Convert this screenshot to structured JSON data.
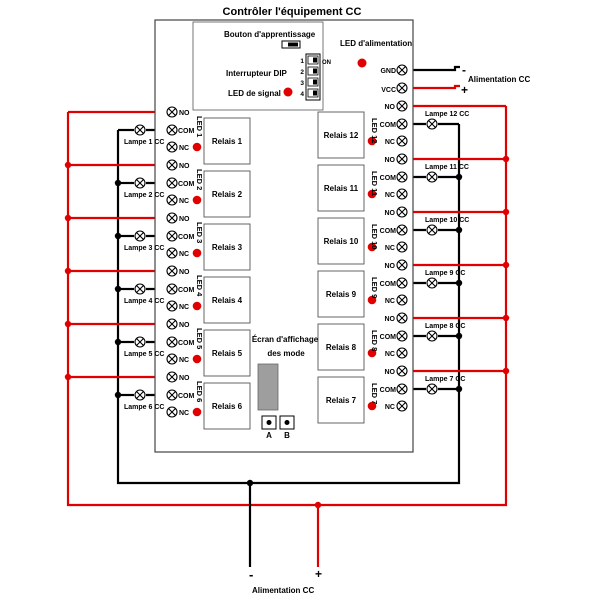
{
  "title": "Contrôler l'équipement CC",
  "learning_button_label": "Bouton d'apprentissage",
  "power_led_label": "LED d'alimentation",
  "dip_switch_label": "Interrupteur DIP",
  "dip_on_label": "ON",
  "dip_numbers": [
    "1",
    "2",
    "3",
    "4"
  ],
  "signal_led_label": "LED de signal",
  "display_label_line1": "Écran d'affichage",
  "display_label_line2": "des mode",
  "button_a_label": "A",
  "button_b_label": "B",
  "gnd_label": "GND",
  "vcc_label": "VCC",
  "dc_power_top_label": "Alimentation CC",
  "dc_power_top_minus": "-",
  "dc_power_top_plus": "+",
  "dc_power_bottom_label": "Alimentation CC",
  "dc_power_bottom_minus": "-",
  "dc_power_bottom_plus": "+",
  "terminal_labels": {
    "no": "NO",
    "com": "COM",
    "nc": "NC"
  },
  "left_channels": [
    {
      "relay": "Relais 1",
      "led": "LED 1",
      "lamp": "Lampe 1 CC"
    },
    {
      "relay": "Relais 2",
      "led": "LED 2",
      "lamp": "Lampe 2 CC"
    },
    {
      "relay": "Relais 3",
      "led": "LED 3",
      "lamp": "Lampe 3 CC"
    },
    {
      "relay": "Relais 4",
      "led": "LED 4",
      "lamp": "Lampe 4 CC"
    },
    {
      "relay": "Relais 5",
      "led": "LED 5",
      "lamp": "Lampe 5 CC"
    },
    {
      "relay": "Relais 6",
      "led": "LED 6",
      "lamp": "Lampe 6 CC"
    }
  ],
  "right_channels": [
    {
      "relay": "Relais 12",
      "led": "LED 12",
      "lamp": "Lampe 12 CC"
    },
    {
      "relay": "Relais 11",
      "led": "LED 11",
      "lamp": "Lampe 11 CC"
    },
    {
      "relay": "Relais 10",
      "led": "LED 10",
      "lamp": "Lampe 10 CC"
    },
    {
      "relay": "Relais 9",
      "led": "LED 9",
      "lamp": "Lampe 9 CC"
    },
    {
      "relay": "Relais 8",
      "led": "LED 8",
      "lamp": "Lampe 8 CC"
    },
    {
      "relay": "Relais 7",
      "led": "LED 7",
      "lamp": "Lampe 7 CC"
    }
  ],
  "colors": {
    "positive_wire": "#e00000",
    "negative_wire": "#000000",
    "board_fill": "#ffffff",
    "board_border": "#444444",
    "led_red": "#e00000",
    "display_grey": "#9e9e9e"
  }
}
